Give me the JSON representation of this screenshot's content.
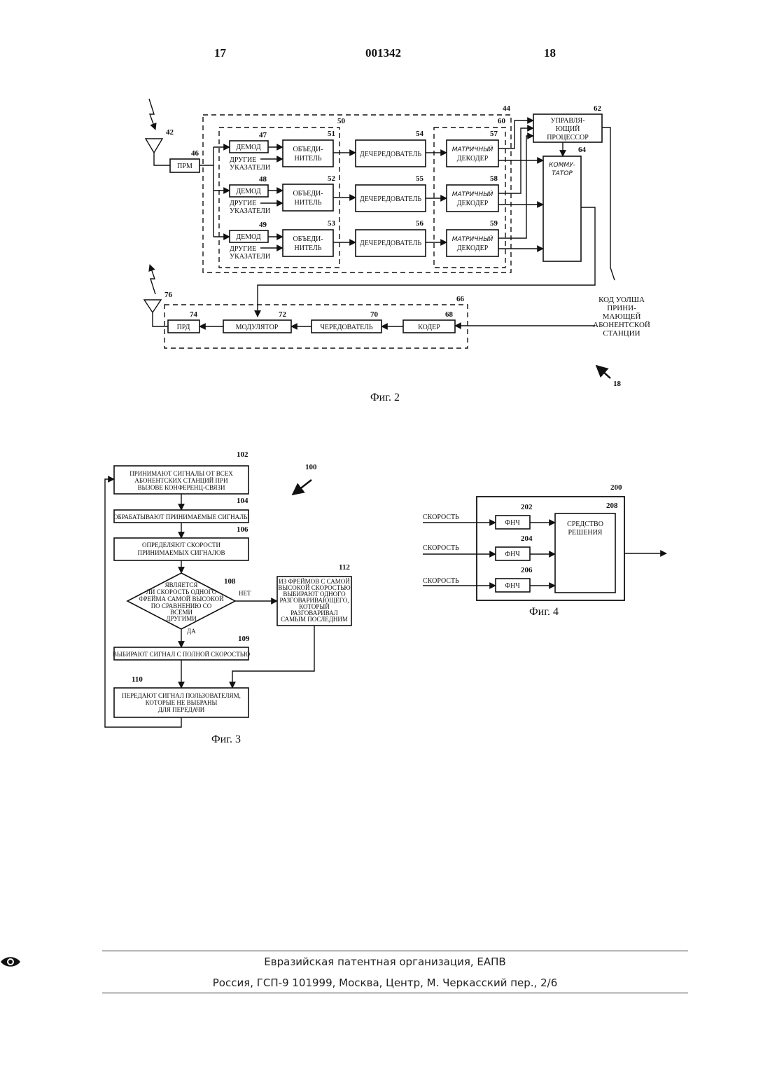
{
  "header": {
    "left_page": "17",
    "doc_number": "001342",
    "right_page": "18"
  },
  "fig2": {
    "caption": "Фиг. 2",
    "ref_18": "18",
    "antenna_rx": "42",
    "antenna_tx": "76",
    "receiver": {
      "label": "ПРМ",
      "num": "46"
    },
    "group_44": "44",
    "group_50": "50",
    "group_60": "60",
    "group_66": "66",
    "demods": [
      {
        "label": "ДЕМОД",
        "num": "47"
      },
      {
        "label": "ДЕМОД",
        "num": "48"
      },
      {
        "label": "ДЕМОД",
        "num": "49"
      }
    ],
    "other_pointers": [
      "ДРУГИЕ",
      "УКАЗАТЕЛИ"
    ],
    "combiners": [
      {
        "l1": "ОБЪЕДИ-",
        "l2": "НИТЕЛЬ",
        "num": "51"
      },
      {
        "l1": "ОБЪЕДИ-",
        "l2": "НИТЕЛЬ",
        "num": "52"
      },
      {
        "l1": "ОБЪЕДИ-",
        "l2": "НИТЕЛЬ",
        "num": "53"
      }
    ],
    "deinterleavers": [
      {
        "label": "ДЕЧЕРЕДОВАТЕЛЬ",
        "num": "54"
      },
      {
        "label": "ДЕЧЕРЕДОВАТЕЛЬ",
        "num": "55"
      },
      {
        "label": "ДЕЧЕРЕДОВАТЕЛЬ",
        "num": "56"
      }
    ],
    "decoders": [
      {
        "l1": "МАТРИЧНЫЙ",
        "l2": "ДЕКОДЕР",
        "num": "57"
      },
      {
        "l1": "МАТРИЧНЫЙ",
        "l2": "ДЕКОДЕР",
        "num": "58"
      },
      {
        "l1": "МАТРИЧНЫЙ",
        "l2": "ДЕКОДЕР",
        "num": "59"
      }
    ],
    "processor": {
      "l1": "УПРАВЛЯ-",
      "l2": "ЮЩИЙ",
      "l3": "ПРОЦЕССОР",
      "num": "62"
    },
    "switch": {
      "l1": "КОММУ-",
      "l2": "ТАТОР",
      "num": "64"
    },
    "walsh_note": [
      "КОД УОЛША",
      "ПРИНИ-",
      "МАЮЩЕЙ",
      "АБОНЕНТСКОЙ",
      "СТАНЦИИ"
    ],
    "tx_chain": [
      {
        "label": "ПРД",
        "num": "74"
      },
      {
        "label": "МОДУЛЯТОР",
        "num": "72"
      },
      {
        "label": "ЧЕРЕДОВАТЕЛЬ",
        "num": "70"
      },
      {
        "label": "КОДЕР",
        "num": "68"
      }
    ]
  },
  "fig3": {
    "caption": "Фиг. 3",
    "ref_100": "100",
    "step102": {
      "num": "102",
      "lines": [
        "ПРИНИМАЮТ СИГНАЛЫ ОТ ВСЕХ",
        "АБОНЕНТСКИХ СТАНЦИЙ ПРИ",
        "ВЫЗОВЕ КОНФЕРЕНЦ-СВЯЗИ"
      ]
    },
    "step104": {
      "num": "104",
      "lines": [
        "ОБРАБАТЫВАЮТ ПРИНИМАЕМЫЕ СИГНАЛЫ"
      ]
    },
    "step106": {
      "num": "106",
      "lines": [
        "ОПРЕДЕЛЯЮТ СКОРОСТИ",
        "ПРИНИМАЕМЫХ СИГНАЛОВ"
      ]
    },
    "step108": {
      "num": "108",
      "lines": [
        "ЯВЛЯЕТСЯ",
        "ЛИ СКОРОСТЬ ОДНОГО",
        "ФРЕЙМА САМОЙ ВЫСОКОЙ",
        "ПО СРАВНЕНИЮ СО",
        "ВСЕМИ",
        "ДРУГИМИ"
      ]
    },
    "no_label": "НЕТ",
    "yes_label": "ДА",
    "step112": {
      "num": "112",
      "lines": [
        "ИЗ ФРЕЙМОВ С САМОЙ",
        "ВЫСОКОЙ СКОРОСТЬЮ",
        "ВЫБИРАЮТ ОДНОГО",
        "РАЗГОВАРИВАЮЩЕГО,",
        "КОТОРЫЙ",
        "РАЗГОВАРИВАЛ",
        "САМЫМ ПОСЛЕДНИМ"
      ]
    },
    "step109": {
      "num": "109",
      "lines": [
        "ВЫБИРАЮТ СИГНАЛ С ПОЛНОЙ СКОРОСТЬЮ"
      ]
    },
    "step110": {
      "num": "110",
      "lines": [
        "ПЕРЕДАЮТ СИГНАЛ ПОЛЬЗОВАТЕЛЯМ,",
        "КОТОРЫЕ НЕ ВЫБРАНЫ",
        "ДЛЯ ПЕРЕДАЧИ"
      ]
    }
  },
  "fig4": {
    "caption": "Фиг. 4",
    "ref_200": "200",
    "inputs": [
      "СКОРОСТЬ",
      "СКОРОСТЬ",
      "СКОРОСТЬ"
    ],
    "filters": [
      {
        "label": "ФНЧ",
        "num": "202"
      },
      {
        "label": "ФНЧ",
        "num": "204"
      },
      {
        "label": "ФНЧ",
        "num": "206"
      }
    ],
    "decision": {
      "l1": "СРЕДСТВО",
      "l2": "РЕШЕНИЯ",
      "num": "208"
    }
  },
  "footer": {
    "org": "Евразийская патентная организация, ЕАПВ",
    "address": "Россия, ГСП-9 101999, Москва, Центр, М. Черкасский пер., 2/6"
  }
}
